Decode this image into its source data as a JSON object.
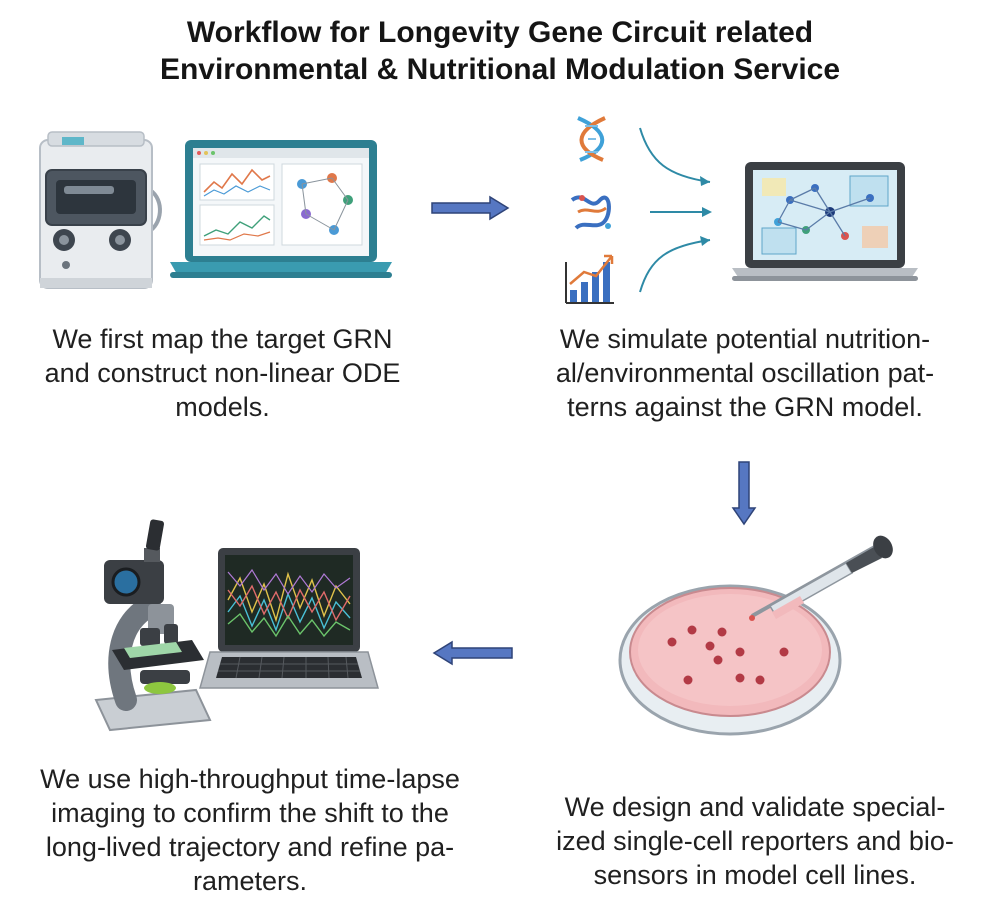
{
  "title": {
    "line1": "Workflow for Longevity Gene Circuit related",
    "line2": "Environmental & Nutritional Modulation Service"
  },
  "steps": [
    {
      "lines": [
        "We first map the target GRN",
        "and construct non-linear ODE",
        "models."
      ]
    },
    {
      "lines": [
        "We simulate potential nutrition-",
        "al/environmental oscillation pat-",
        "terns against the GRN model."
      ]
    },
    {
      "lines": [
        "We design and validate special-",
        "ized single-cell reporters and bio-",
        "sensors in model cell lines."
      ]
    },
    {
      "lines": [
        "We use high-throughput time-lapse",
        "imaging to confirm the shift to the",
        "long-lived trajectory and refine pa-",
        "rameters."
      ]
    }
  ],
  "colors": {
    "arrow_fill": "#5677c2",
    "arrow_stroke": "#2f4478",
    "laptop_teal": "#3a9bb0",
    "dna_blue": "#3fa1d8",
    "dish_pink": "#f2b9bc",
    "colony_red": "#b23a45"
  },
  "icons": [
    "lab-instrument-icon",
    "laptop-dashboard-icon",
    "dna-icon",
    "protein-icon",
    "growth-chart-icon",
    "network-laptop-icon",
    "petri-dish-icon",
    "pipette-icon",
    "microscope-icon",
    "signal-laptop-icon"
  ]
}
